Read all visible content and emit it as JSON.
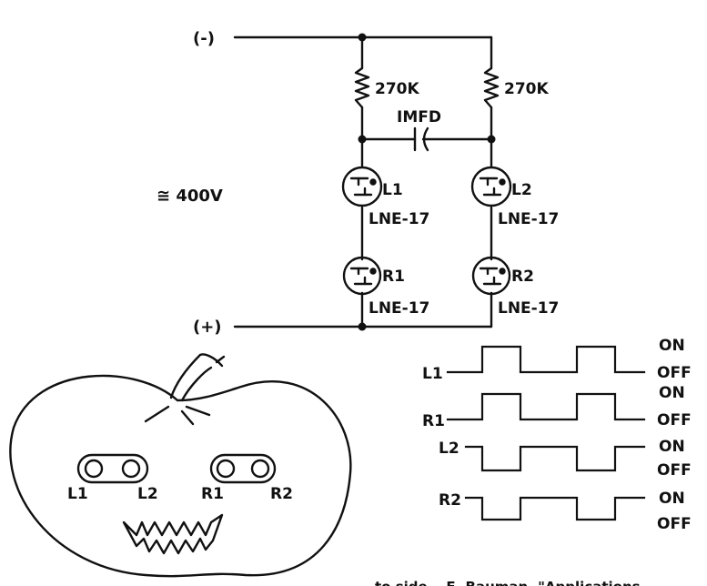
{
  "colors": {
    "ink": "#111111",
    "paper": "#ffffff"
  },
  "circuit": {
    "neg_terminal": "(-)",
    "pos_terminal": "(+)",
    "voltage": "≅ 400V",
    "resistor_left": "270K",
    "resistor_right": "270K",
    "capacitor": "IMFD",
    "lamps": [
      {
        "id": "L1",
        "type": "LNE-17"
      },
      {
        "id": "L2",
        "type": "LNE-17"
      },
      {
        "id": "R1",
        "type": "LNE-17"
      },
      {
        "id": "R2",
        "type": "LNE-17"
      }
    ]
  },
  "pumpkin": {
    "eye_labels": [
      "L1",
      "L2",
      "R1",
      "R2"
    ]
  },
  "timing": {
    "rows": [
      {
        "name": "L1",
        "top_state": "ON",
        "bottom_state": "OFF"
      },
      {
        "name": "R1",
        "top_state": "ON",
        "bottom_state": "OFF"
      },
      {
        "name": "L2",
        "top_state": "ON",
        "bottom_state": "OFF"
      },
      {
        "name": "R2",
        "top_state": "ON",
        "bottom_state": "OFF"
      }
    ]
  },
  "footer_text": "to side.—E. Bauman, \"Applications"
}
